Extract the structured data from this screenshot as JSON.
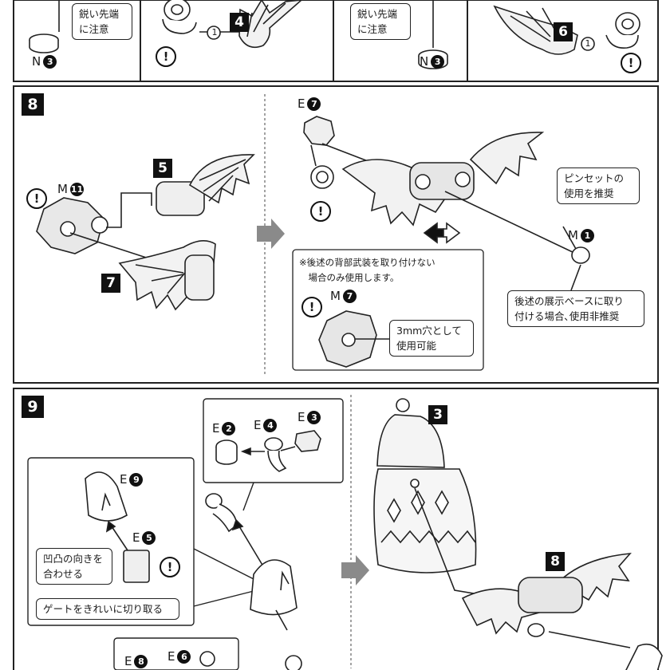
{
  "steps": {
    "s4": "4",
    "s6": "6",
    "s8": "8",
    "s5": "5",
    "s7": "7",
    "s9": "9",
    "s3": "3",
    "s8b": "8"
  },
  "glyphs": {
    "warning": "!",
    "circle_one": "1"
  },
  "top": {
    "note_left": "鋭い先端\nに注意",
    "note_right": "鋭い先端\nに注意",
    "part_left": {
      "letter": "N",
      "num": "3"
    },
    "part_right": {
      "letter": "N",
      "num": "3"
    }
  },
  "step8": {
    "part_m11": {
      "letter": "M",
      "num": "11"
    },
    "part_e7": {
      "letter": "E",
      "num": "7"
    },
    "part_m1": {
      "letter": "M",
      "num": "1"
    },
    "part_m7": {
      "letter": "M",
      "num": "7"
    },
    "callout_tweezers": "ピンセットの\n使用を推奨",
    "callout_display": "後述の展示ベースに取り\n付ける場合､使用非推奨",
    "note_back_weapon": "※後述の背部武装を取り付けない\n　場合のみ使用します。",
    "callout_3mm": "3mm穴として\n使用可能"
  },
  "step9": {
    "part_e2": {
      "letter": "E",
      "num": "2"
    },
    "part_e4": {
      "letter": "E",
      "num": "4"
    },
    "part_e3": {
      "letter": "E",
      "num": "3"
    },
    "part_e9": {
      "letter": "E",
      "num": "9"
    },
    "part_e5": {
      "letter": "E",
      "num": "5"
    },
    "part_e8": {
      "letter": "E",
      "num": "8"
    },
    "part_e6": {
      "letter": "E",
      "num": "6"
    },
    "callout_align": "凹凸の向きを\n合わせる",
    "callout_gate": "ゲートをきれいに切り取る"
  }
}
